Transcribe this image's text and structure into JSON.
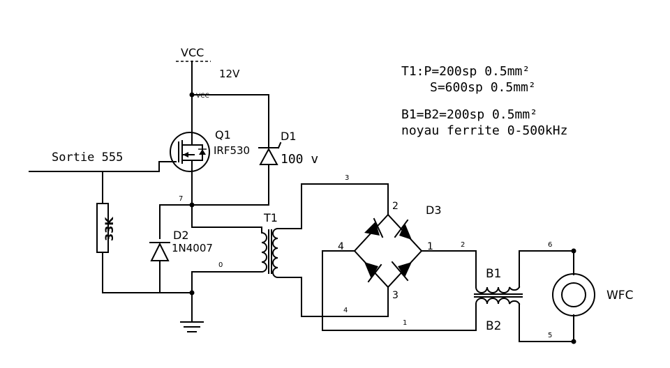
{
  "labels": {
    "vcc_top": "VCC",
    "vcc_pin": "VCC",
    "voltage": "12V",
    "input": "Sortie 555",
    "q1_ref": "Q1",
    "q1_part": "IRF530",
    "d1_ref": "D1",
    "d1_value": "100 v",
    "d2_ref": "D2",
    "d2_part": "1N4007",
    "r_value": "33K",
    "t1_ref": "T1",
    "d3_ref": "D3",
    "b1_ref": "B1",
    "b2_ref": "B2",
    "load": "WFC"
  },
  "nodes": {
    "n7": "7",
    "n0": "0",
    "n3_top": "3",
    "n4_bot": "4",
    "n2_pin": "2",
    "n4_pin": "4",
    "n1_pin": "1",
    "n3_pin": "3",
    "n2_b1": "2",
    "n1_b2": "1",
    "n6": "6",
    "n5": "5"
  },
  "notes": {
    "t1_primary": "T1:P=200sp 0.5mm²",
    "t1_secondary": "S=600sp 0.5mm²",
    "b_coils": "B1=B2=200sp 0.5mm²",
    "core": "noyau ferrite 0-500kHz"
  }
}
